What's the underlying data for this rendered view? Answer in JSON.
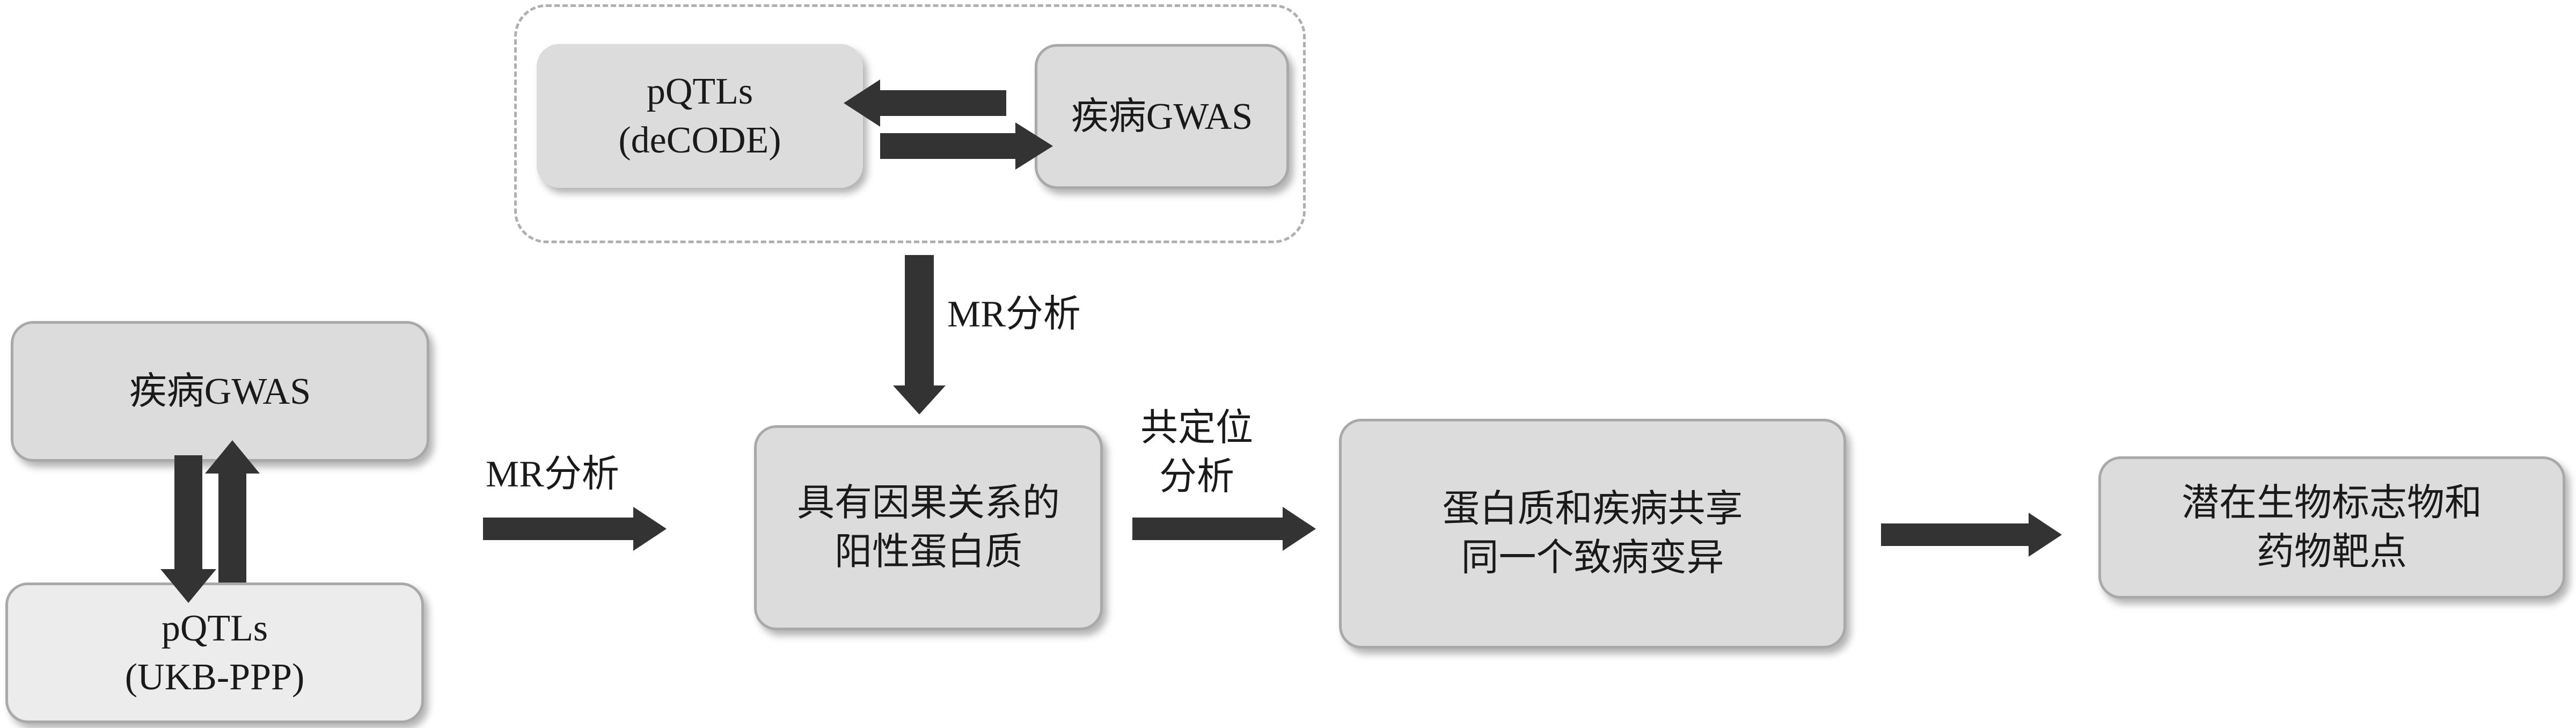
{
  "top_group": {
    "pqtls_decode": {
      "line1": "pQTLs",
      "line2": "(deCODE)"
    },
    "disease_gwas": "疾病GWAS"
  },
  "left_group": {
    "disease_gwas": "疾病GWAS",
    "pqtls_ukb": {
      "line1": "pQTLs",
      "line2": "(UKB-PPP)"
    }
  },
  "labels": {
    "mr_vertical": "MR分析",
    "mr_horizontal": "MR分析",
    "colocalization": {
      "line1": "共定位",
      "line2": "分析"
    }
  },
  "flow": {
    "causal_proteins": {
      "line1": "具有因果关系的",
      "line2": "阳性蛋白质"
    },
    "shared_variant": {
      "line1": "蛋白质和疾病共享",
      "line2": "同一个致病变异"
    },
    "targets": {
      "line1": "潜在生物标志物和",
      "line2": "药物靶点"
    }
  },
  "colors": {
    "box_fill": "#dcdcdc",
    "box_fill_light": "#ececec",
    "box_border": "#a9a9a9",
    "arrow_fill": "#333333"
  }
}
